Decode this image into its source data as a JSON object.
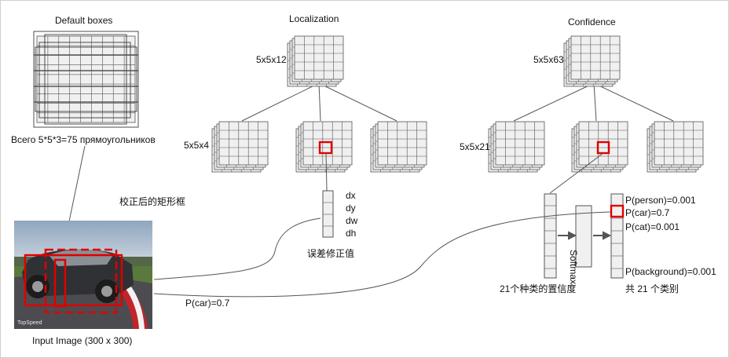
{
  "titles": {
    "default_boxes": "Default  boxes",
    "localization": "Localization",
    "confidence": "Confidence"
  },
  "default_boxes_caption": "Всего 5*5*3=75 прямоугольников",
  "corrected_box_label": "校正后的矩形框",
  "input_image_caption": "Input Image (300  x 300)",
  "photo_watermark": "TopSpeed",
  "localization": {
    "top_shape": "5x5x12",
    "branch_shape": "5x5x4",
    "offsets": [
      "dx",
      "dy",
      "dw",
      "dh"
    ],
    "offsets_caption": "误差修正值"
  },
  "confidence": {
    "top_shape": "5x5x63",
    "branch_shape": "5x5x21",
    "vector_caption": "21个种类的置信度",
    "softmax_label": "Softmax",
    "probabilities": {
      "person": "P(person)=0.001",
      "car": "P(car)=0.7",
      "cat": "P(cat)=0.001",
      "background": "P(background)=0.001"
    },
    "classes_caption": "共 21 个类别"
  },
  "curve_label": "P(car)=0.7",
  "colors": {
    "highlight": "#e00000",
    "cell_fill": "#f0f0f0",
    "grid_stroke": "#555555",
    "arrow": "#555555"
  }
}
